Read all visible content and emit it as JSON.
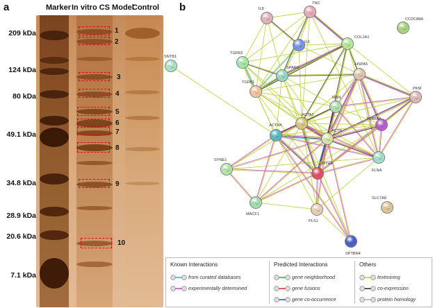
{
  "panel_a": {
    "letter": "a",
    "lanes": [
      "Marker",
      "In vitro CS Model",
      "Control"
    ],
    "markers": [
      "209 kDa",
      "124 kDa",
      "80 kDa",
      "49.1 kDa",
      "34.8 kDa",
      "28.9 kDa",
      "20.6 kDa",
      "7.1 kDa"
    ],
    "boxes": [
      "1",
      "2",
      "3",
      "4",
      "5",
      "6",
      "7",
      "8",
      "9",
      "10"
    ],
    "box_color": "#e3001b"
  },
  "panel_b": {
    "letter": "b",
    "nodes": [
      {
        "id": "IL8",
        "label": "IL8",
        "color": "#e0b0b8"
      },
      {
        "id": "TNC",
        "label": "TNC",
        "color": "#e8a6b6"
      },
      {
        "id": "CCDC88A",
        "label": "CCDC88A",
        "color": "#a6d27a"
      },
      {
        "id": "SNTB1",
        "label": "SNTB1",
        "color": "#a8e0c2"
      },
      {
        "id": "IL6",
        "label": "IL6",
        "color": "#7690e4"
      },
      {
        "id": "COL1A1",
        "label": "COL1A1",
        "color": "#b6e496"
      },
      {
        "id": "TGFB3",
        "label": "TGFB3",
        "color": "#9ee6a8"
      },
      {
        "id": "SPARC",
        "label": "SPARC",
        "color": "#92d6c2"
      },
      {
        "id": "HSPA5",
        "label": "HSPA5",
        "color": "#dcc4a8"
      },
      {
        "id": "TGFB1",
        "label": "TGFB1",
        "color": "#f2c0a0"
      },
      {
        "id": "PKM",
        "label": "PKM",
        "color": "#dcb6b6"
      },
      {
        "id": "MSN",
        "label": "MSN",
        "color": "#aedca8"
      },
      {
        "id": "ACTA2",
        "label": "ACTA2",
        "color": "#d6c680"
      },
      {
        "id": "TUBB4A",
        "label": "TUBB4A",
        "color": "#b25ccc"
      },
      {
        "id": "ACTN4",
        "label": "ACTN4",
        "color": "#5ab6be"
      },
      {
        "id": "ACTB",
        "label": "ACTB",
        "color": "#d4e2a6"
      },
      {
        "id": "FLNA",
        "label": "FLNA",
        "color": "#9edcc8"
      },
      {
        "id": "SYNE1",
        "label": "SYNE1",
        "color": "#aee2a8"
      },
      {
        "id": "MYH9",
        "label": "MYH9",
        "color": "#e04e5e"
      },
      {
        "id": "SLC7A8",
        "label": "SLC7A8",
        "color": "#dcc296"
      },
      {
        "id": "MACF1",
        "label": "MACF1",
        "color": "#9edcae"
      },
      {
        "id": "PLS1",
        "label": "PLS1",
        "color": "#e6ccb4"
      },
      {
        "id": "SPTBN4",
        "label": "SPTBN4",
        "color": "#4a5cc6"
      }
    ],
    "edges": [
      {
        "source": "TGFB1",
        "target": "TGFB3",
        "types": [
          "textmining",
          "co_expression",
          "curated_databases"
        ]
      },
      {
        "source": "TGFB1",
        "target": "SPARC",
        "types": [
          "textmining",
          "co_expression",
          "curated_databases"
        ]
      },
      {
        "source": "TGFB1",
        "target": "IL6",
        "types": [
          "textmining",
          "curated_databases"
        ]
      },
      {
        "source": "TGFB1",
        "target": "IL8",
        "types": [
          "textmining"
        ]
      },
      {
        "source": "TGFB1",
        "target": "TNC",
        "types": [
          "textmining"
        ]
      },
      {
        "source": "TGFB1",
        "target": "COL1A1",
        "types": [
          "textmining",
          "co_expression"
        ]
      },
      {
        "source": "TGFB1",
        "target": "ACTA2",
        "types": [
          "textmining"
        ]
      },
      {
        "source": "TGFB1",
        "target": "ACTN4",
        "types": [
          "textmining"
        ]
      },
      {
        "source": "TGFB1",
        "target": "ACTB",
        "types": [
          "textmining"
        ]
      },
      {
        "source": "TGFB1",
        "target": "MSN",
        "types": [
          "textmining"
        ]
      },
      {
        "source": "TGFB1",
        "target": "FLNA",
        "types": [
          "textmining"
        ]
      },
      {
        "source": "TGFB1",
        "target": "HSPA5",
        "types": [
          "textmining"
        ]
      },
      {
        "source": "TGFB1",
        "target": "MYH9",
        "types": [
          "textmining"
        ]
      },
      {
        "source": "TGFB3",
        "target": "SPARC",
        "types": [
          "textmining",
          "co_expression"
        ]
      },
      {
        "source": "TGFB3",
        "target": "TNC",
        "types": [
          "textmining"
        ]
      },
      {
        "source": "TGFB3",
        "target": "COL1A1",
        "types": [
          "textmining"
        ]
      },
      {
        "source": "TGFB3",
        "target": "IL8",
        "types": [
          "textmining"
        ]
      },
      {
        "source": "TGFB3",
        "target": "ACTA2",
        "types": [
          "textmining"
        ]
      },
      {
        "source": "IL6",
        "target": "IL8",
        "types": [
          "textmining",
          "co_expression"
        ]
      },
      {
        "source": "IL6",
        "target": "TNC",
        "types": [
          "textmining"
        ]
      },
      {
        "source": "IL6",
        "target": "SPARC",
        "types": [
          "textmining"
        ]
      },
      {
        "source": "IL6",
        "target": "COL1A1",
        "types": [
          "textmining"
        ]
      },
      {
        "source": "IL6",
        "target": "HSPA5",
        "types": [
          "textmining"
        ]
      },
      {
        "source": "IL6",
        "target": "ACTA2",
        "types": [
          "textmining"
        ]
      },
      {
        "source": "IL8",
        "target": "TNC",
        "types": [
          "textmining"
        ]
      },
      {
        "source": "IL8",
        "target": "SPARC",
        "types": [
          "textmining"
        ]
      },
      {
        "source": "TNC",
        "target": "COL1A1",
        "types": [
          "textmining",
          "co_expression",
          "experimentally_determined"
        ]
      },
      {
        "source": "TNC",
        "target": "SPARC",
        "types": [
          "textmining",
          "co_expression"
        ]
      },
      {
        "source": "TNC",
        "target": "ACTA2",
        "types": [
          "textmining"
        ]
      },
      {
        "source": "TNC",
        "target": "FLNA",
        "types": [
          "textmining"
        ]
      },
      {
        "source": "COL1A1",
        "target": "SPARC",
        "types": [
          "textmining",
          "co_expression",
          "experimentally_determined"
        ]
      },
      {
        "source": "COL1A1",
        "target": "HSPA5",
        "types": [
          "textmining",
          "co_expression"
        ]
      },
      {
        "source": "COL1A1",
        "target": "ACTA2",
        "types": [
          "textmining",
          "co_expression"
        ]
      },
      {
        "source": "COL1A1",
        "target": "MSN",
        "types": [
          "textmining"
        ]
      },
      {
        "source": "COL1A1",
        "target": "ACTB",
        "types": [
          "textmining",
          "co_expression"
        ]
      },
      {
        "source": "COL1A1",
        "target": "FLNA",
        "types": [
          "textmining"
        ]
      },
      {
        "source": "COL1A1",
        "target": "PKM",
        "types": [
          "textmining"
        ]
      },
      {
        "source": "SPARC",
        "target": "ACTA2",
        "types": [
          "textmining"
        ]
      },
      {
        "source": "SPARC",
        "target": "ACTN4",
        "types": [
          "textmining"
        ]
      },
      {
        "source": "SPARC",
        "target": "ACTB",
        "types": [
          "textmining"
        ]
      },
      {
        "source": "SPARC",
        "target": "MSN",
        "types": [
          "textmining"
        ]
      },
      {
        "source": "SPARC",
        "target": "HSPA5",
        "types": [
          "textmining",
          "co_expression"
        ]
      },
      {
        "source": "SPARC",
        "target": "MYH9",
        "types": [
          "textmining"
        ]
      },
      {
        "source": "SNTB1",
        "target": "ACTN4",
        "types": [
          "textmining"
        ]
      },
      {
        "source": "HSPA5",
        "target": "PKM",
        "types": [
          "textmining",
          "co_expression",
          "experimentally_determined"
        ]
      },
      {
        "source": "HSPA5",
        "target": "ACTB",
        "types": [
          "textmining",
          "experimentally_determined",
          "co_expression"
        ]
      },
      {
        "source": "HSPA5",
        "target": "MSN",
        "types": [
          "textmining",
          "experimentally_determined"
        ]
      },
      {
        "source": "HSPA5",
        "target": "ACTA2",
        "types": [
          "textmining"
        ]
      },
      {
        "source": "HSPA5",
        "target": "TUBB4A",
        "types": [
          "textmining",
          "experimentally_determined",
          "co_expression"
        ]
      },
      {
        "source": "HSPA5",
        "target": "FLNA",
        "types": [
          "textmining",
          "experimentally_determined"
        ]
      },
      {
        "source": "HSPA5",
        "target": "MYH9",
        "types": [
          "textmining",
          "experimentally_determined"
        ]
      },
      {
        "source": "PKM",
        "target": "ACTB",
        "types": [
          "textmining",
          "experimentally_determined",
          "co_expression"
        ]
      },
      {
        "source": "PKM",
        "target": "TUBB4A",
        "types": [
          "textmining",
          "co_expression"
        ]
      },
      {
        "source": "PKM",
        "target": "FLNA",
        "types": [
          "textmining",
          "experimentally_determined"
        ]
      },
      {
        "source": "PKM",
        "target": "MSN",
        "types": [
          "textmining",
          "experimentally_determined"
        ]
      },
      {
        "source": "PKM",
        "target": "MYH9",
        "types": [
          "textmining",
          "experimentally_determined"
        ]
      },
      {
        "source": "PKM",
        "target": "ACTA2",
        "types": [
          "textmining"
        ]
      },
      {
        "source": "MSN",
        "target": "ACTB",
        "types": [
          "textmining",
          "experimentally_determined",
          "co_expression"
        ]
      },
      {
        "source": "MSN",
        "target": "ACTN4",
        "types": [
          "textmining",
          "experimentally_determined"
        ]
      },
      {
        "source": "MSN",
        "target": "ACTA2",
        "types": [
          "textmining",
          "co_expression"
        ]
      },
      {
        "source": "MSN",
        "target": "FLNA",
        "types": [
          "textmining",
          "experimentally_determined"
        ]
      },
      {
        "source": "MSN",
        "target": "MYH9",
        "types": [
          "textmining",
          "experimentally_determined",
          "co_expression"
        ]
      },
      {
        "source": "MSN",
        "target": "TUBB4A",
        "types": [
          "textmining"
        ]
      },
      {
        "source": "ACTA2",
        "target": "ACTB",
        "types": [
          "textmining",
          "experimentally_determined",
          "co_expression",
          "gene_fusions"
        ]
      },
      {
        "source": "ACTA2",
        "target": "ACTN4",
        "types": [
          "textmining",
          "experimentally_determined",
          "co_expression"
        ]
      },
      {
        "source": "ACTA2",
        "target": "MYH9",
        "types": [
          "textmining",
          "experimentally_determined",
          "co_expression"
        ]
      },
      {
        "source": "ACTA2",
        "target": "FLNA",
        "types": [
          "textmining",
          "experimentally_determined"
        ]
      },
      {
        "source": "ACTA2",
        "target": "TUBB4A",
        "types": [
          "textmining"
        ]
      },
      {
        "source": "ACTA2",
        "target": "SYNE1",
        "types": [
          "textmining"
        ]
      },
      {
        "source": "ACTA2",
        "target": "MACF1",
        "types": [
          "textmining"
        ]
      },
      {
        "source": "ACTA2",
        "target": "PLS1",
        "types": [
          "textmining"
        ]
      },
      {
        "source": "ACTN4",
        "target": "ACTB",
        "types": [
          "textmining",
          "experimentally_determined",
          "co_expression",
          "curated_databases"
        ]
      },
      {
        "source": "ACTN4",
        "target": "MYH9",
        "types": [
          "textmining",
          "experimentally_determined",
          "co_expression"
        ]
      },
      {
        "source": "ACTN4",
        "target": "FLNA",
        "types": [
          "textmining",
          "experimentally_determined"
        ]
      },
      {
        "source": "ACTN4",
        "target": "SYNE1",
        "types": [
          "textmining",
          "experimentally_determined"
        ]
      },
      {
        "source": "ACTN4",
        "target": "MACF1",
        "types": [
          "textmining",
          "experimentally_determined"
        ]
      },
      {
        "source": "ACTN4",
        "target": "PLS1",
        "types": [
          "textmining"
        ]
      },
      {
        "source": "ACTN4",
        "target": "SPTBN4",
        "types": [
          "textmining",
          "experimentally_determined"
        ]
      },
      {
        "source": "ACTN4",
        "target": "TUBB4A",
        "types": [
          "textmining"
        ]
      },
      {
        "source": "ACTN4",
        "target": "TGFB3",
        "types": [
          "textmining"
        ]
      },
      {
        "source": "ACTB",
        "target": "MYH9",
        "types": [
          "textmining",
          "experimentally_determined",
          "co_expression",
          "curated_databases"
        ]
      },
      {
        "source": "ACTB",
        "target": "FLNA",
        "types": [
          "textmining",
          "experimentally_determined",
          "co_expression"
        ]
      },
      {
        "source": "ACTB",
        "target": "TUBB4A",
        "types": [
          "textmining",
          "experimentally_determined",
          "co_expression"
        ]
      },
      {
        "source": "ACTB",
        "target": "SYNE1",
        "types": [
          "textmining",
          "experimentally_determined"
        ]
      },
      {
        "source": "ACTB",
        "target": "MACF1",
        "types": [
          "textmining",
          "experimentally_determined"
        ]
      },
      {
        "source": "ACTB",
        "target": "PLS1",
        "types": [
          "textmining",
          "experimentally_determined"
        ]
      },
      {
        "source": "ACTB",
        "target": "SPTBN4",
        "types": [
          "textmining",
          "experimentally_determined"
        ]
      },
      {
        "source": "MYH9",
        "target": "FLNA",
        "types": [
          "textmining",
          "experimentally_determined"
        ]
      },
      {
        "source": "MYH9",
        "target": "TUBB4A",
        "types": [
          "textmining",
          "experimentally_determined"
        ]
      },
      {
        "source": "MYH9",
        "target": "SYNE1",
        "types": [
          "textmining",
          "experimentally_determined"
        ]
      },
      {
        "source": "MYH9",
        "target": "MACF1",
        "types": [
          "textmining",
          "experimentally_determined"
        ]
      },
      {
        "source": "MYH9",
        "target": "PLS1",
        "types": [
          "textmining",
          "experimentally_determined"
        ]
      },
      {
        "source": "MYH9",
        "target": "SPTBN4",
        "types": [
          "textmining",
          "experimentally_determined"
        ]
      },
      {
        "source": "FLNA",
        "target": "TUBB4A",
        "types": [
          "textmining",
          "experimentally_determined"
        ]
      },
      {
        "source": "FLNA",
        "target": "SYNE1",
        "types": [
          "textmining"
        ]
      },
      {
        "source": "FLNA",
        "target": "PLS1",
        "types": [
          "textmining"
        ]
      },
      {
        "source": "SYNE1",
        "target": "MACF1",
        "types": [
          "textmining",
          "experimentally_determined"
        ]
      },
      {
        "source": "MACF1",
        "target": "PLS1",
        "types": [
          "textmining"
        ]
      },
      {
        "source": "SPTBN4",
        "target": "PLS1",
        "types": [
          "textmining"
        ]
      },
      {
        "source": "TUBB4A",
        "target": "MACF1",
        "types": [
          "textmining"
        ]
      },
      {
        "source": "ACTA2",
        "target": "SPTBN4",
        "types": [
          "textmining"
        ]
      },
      {
        "source": "TGFB3",
        "target": "ACTB",
        "types": [
          "textmining"
        ]
      }
    ],
    "legend": {
      "sections": [
        {
          "title": "Known Interactions",
          "items": [
            {
              "label": "from curated databases",
              "color": "#29b6c9"
            },
            {
              "label": "experimentally determined",
              "color": "#cc3fbf"
            }
          ]
        },
        {
          "title": "Predicted Interactions",
          "items": [
            {
              "label": "gene neighborhood",
              "color": "#2fae3a"
            },
            {
              "label": "gene fusions",
              "color": "#e02020"
            },
            {
              "label": "gene co-occurrence",
              "color": "#2a3ad6"
            }
          ]
        },
        {
          "title": "Others",
          "items": [
            {
              "label": "textmining",
              "color": "#b8cd2a"
            },
            {
              "label": "co-expression",
              "color": "#222222"
            },
            {
              "label": "protein homology",
              "color": "#a9a6e6"
            }
          ]
        }
      ]
    },
    "edge_colors": {
      "curated_databases": "#29b6c9",
      "experimentally_determined": "#cc3fbf",
      "gene_neighborhood": "#2fae3a",
      "gene_fusions": "#e02020",
      "gene_co_occurrence": "#2a3ad6",
      "textmining": "#b8cd2a",
      "co_expression": "#222222",
      "protein_homology": "#a9a6e6"
    }
  }
}
